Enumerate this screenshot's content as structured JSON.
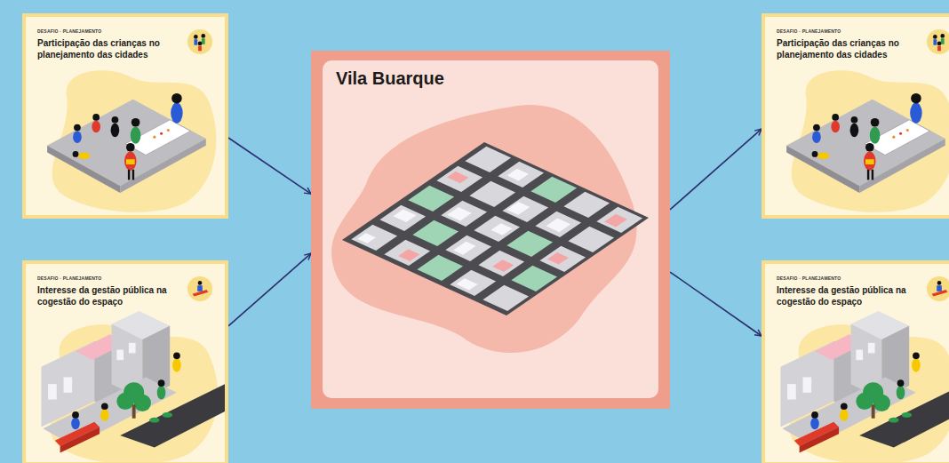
{
  "diagram": {
    "nodes": [
      {
        "text": [
          "DESAFIO · PLANEJAMENTO",
          "Participação das crianças no planejamento das cidades"
        ]
      },
      {
        "text": [
          "DESAFIO · PLANEJAMENTO",
          "Interesse da gestão pública na cogestão do espaço"
        ]
      },
      {
        "text": [
          "Vila Buarque"
        ]
      },
      {
        "text": [
          "DESAFIO · PLANEJAMENTO",
          "Participação das crianças no planejamento das cidades"
        ]
      },
      {
        "text": [
          "DESAFIO · PLANEJAMENTO",
          "Interesse da gestão pública na cogestão do espaço"
        ]
      }
    ],
    "edges": [
      {
        "from": 0,
        "to": 2,
        "arrow": "to"
      },
      {
        "from": 1,
        "to": 2,
        "arrow": "to"
      },
      {
        "from": 2,
        "to": 3,
        "arrow": "to"
      },
      {
        "from": 2,
        "to": 4,
        "arrow": "to"
      }
    ]
  }
}
